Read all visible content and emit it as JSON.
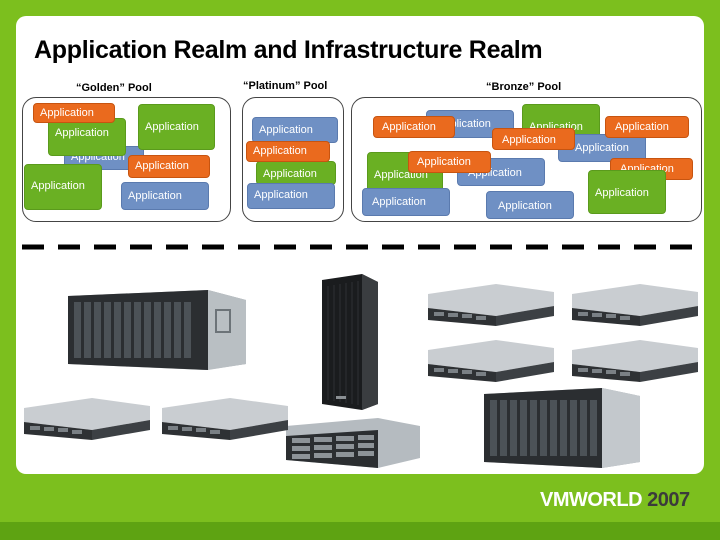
{
  "title": "Application Realm and Infrastructure Realm",
  "pools": {
    "golden": "“Golden” Pool",
    "platinum": "“Platinum” Pool",
    "bronze": "“Bronze” Pool"
  },
  "app_label": "Application",
  "logo": {
    "main": "VMWORLD",
    "year": "2007"
  },
  "colors": {
    "background_green": "#7cbf1e",
    "app_green": "#6ab023",
    "app_orange": "#ea6a1e",
    "app_blue": "#6f90c4"
  }
}
